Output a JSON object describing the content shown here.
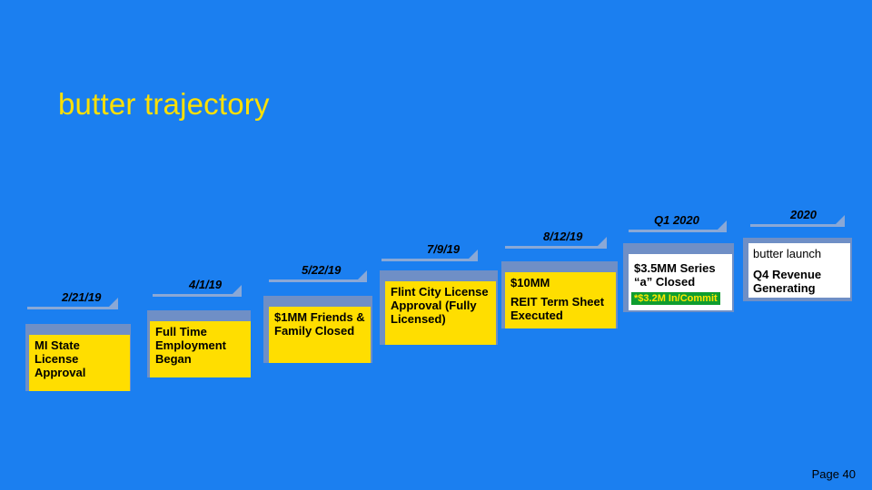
{
  "title": "butter trajectory",
  "milestones": [
    {
      "date": "2/21/19",
      "text": "MI State License Approval"
    },
    {
      "date": "4/1/19",
      "text": "Full Time Employment Began"
    },
    {
      "date": "5/22/19",
      "text": "$1MM Friends & Family Closed"
    },
    {
      "date": "7/9/19",
      "text": "Flint City License Approval (Fully Licensed)"
    },
    {
      "date": "8/12/19",
      "line1": "$10MM",
      "line2": "REIT Term Sheet Executed"
    },
    {
      "date": "Q1 2020",
      "text": "$3.5MM Series “a” Closed",
      "badge": "*$3.2M In/Commit"
    },
    {
      "date": "2020",
      "heading": "butter launch",
      "text": "Q4 Revenue Generating"
    }
  ],
  "page_label": "Page 40",
  "colors": {
    "background": "#1b7ff0",
    "card": "#ffde00",
    "card_alt": "#ffffff",
    "title": "#ffe000",
    "badge": "#0f9d2f"
  }
}
